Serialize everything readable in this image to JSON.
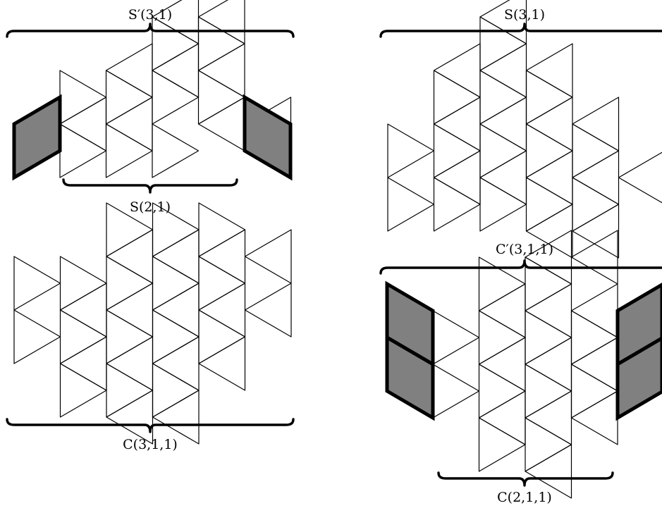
{
  "panels": [
    {
      "id": "top-left",
      "label": "S′(3,1)",
      "sublabel": "S(2,1)"
    },
    {
      "id": "top-right",
      "label": "S(3,1)"
    },
    {
      "id": "bottom-left",
      "label": "C(3,1,1)"
    },
    {
      "id": "bottom-right",
      "label": "C′(3,1,1)",
      "sublabel": "C(2,1,1)"
    }
  ],
  "colors": {
    "lines": "#000000",
    "squares": "#808080",
    "background": "#ffffff"
  }
}
